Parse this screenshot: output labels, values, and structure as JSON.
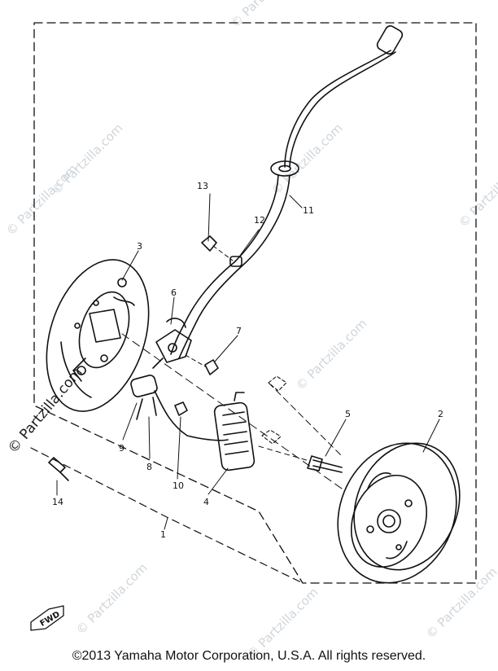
{
  "diagram": {
    "callouts": {
      "c1": "1",
      "c2": "2",
      "c3": "3",
      "c4": "4",
      "c5": "5",
      "c6": "6",
      "c7": "7",
      "c8": "8",
      "c9": "9",
      "c10": "10",
      "c11": "11",
      "c12": "12",
      "c13": "13",
      "c14": "14"
    },
    "fwd_label": "FWD"
  },
  "watermark": {
    "text": "© Partzilla.com",
    "big_text": "© Partzilla.com"
  },
  "footer": {
    "copyright": "©2013  Yamaha Motor Corporation, U.S.A. All rights reserved."
  },
  "colors": {
    "line": "#111111",
    "watermark": "#cfd6dc",
    "background": "#ffffff"
  }
}
